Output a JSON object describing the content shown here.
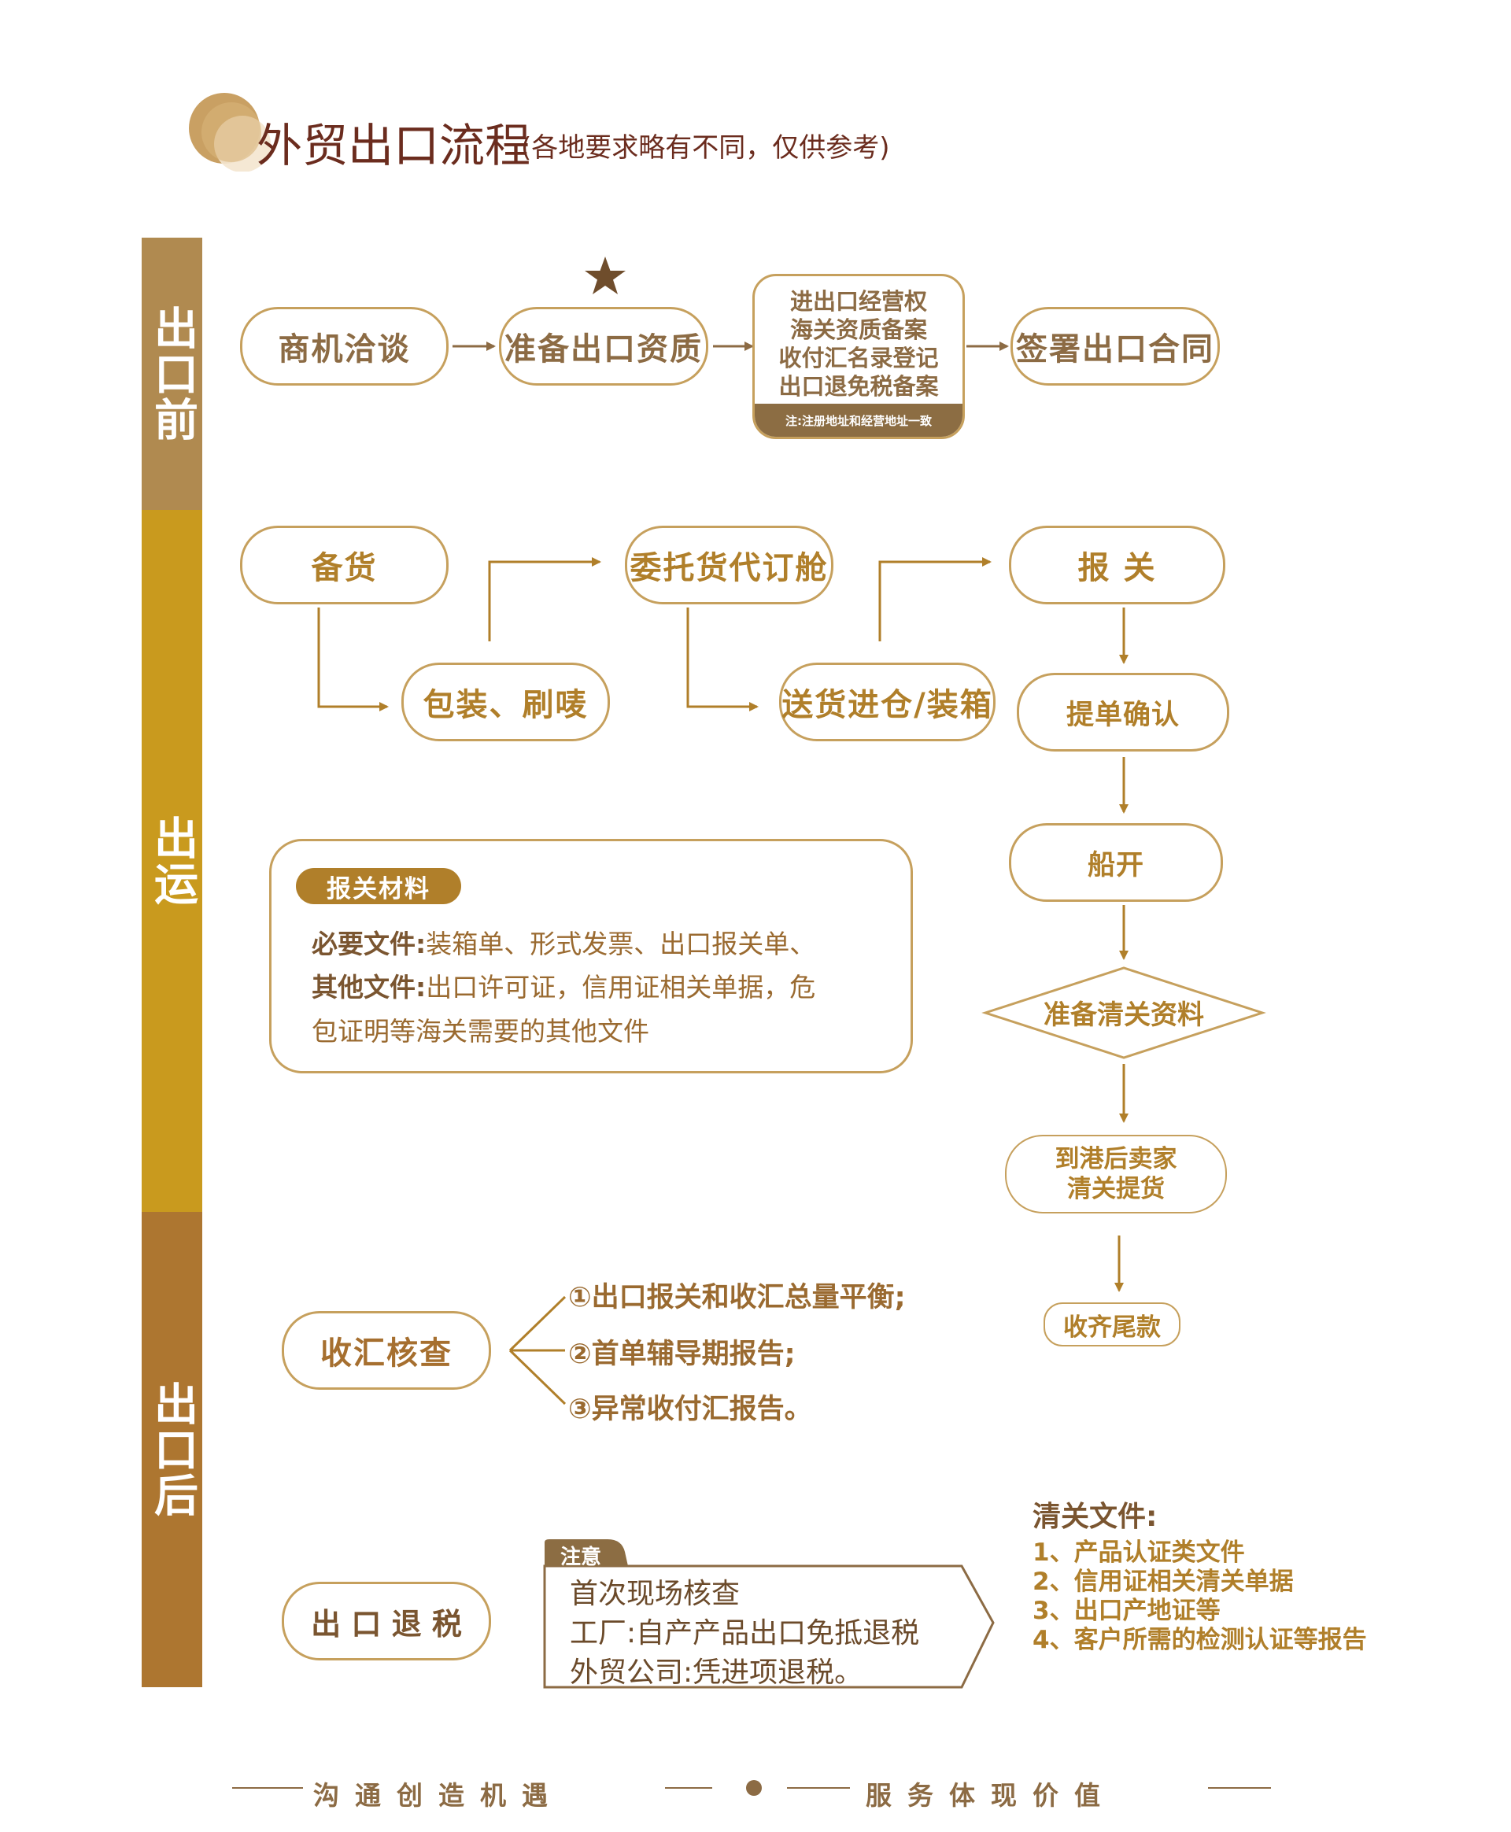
{
  "header": {
    "title": "外贸出口流程",
    "subtitle": "(各地要求略有不同，仅供参考)"
  },
  "phases": {
    "before": "出口前",
    "shipping": "出运",
    "after": "出口后"
  },
  "pre_export": {
    "negotiation": "商机洽谈",
    "prepare_qualification": "准备出口资质",
    "qualification_items": [
      "进出口经营权",
      "海关资质备案",
      "收付汇名录登记",
      "出口退免税备案"
    ],
    "qualification_note": "注:注册地址和经营地址一致",
    "sign_contract": "签署出口合同"
  },
  "shipping": {
    "stock": "备货",
    "packing": "包装、刷唛",
    "booking": "委托货代订舱",
    "delivery": "送货进仓/装箱",
    "customs": "报 关",
    "bl_confirm": "提单确认",
    "sailing": "船开",
    "prepare_clearance": "准备清关资料",
    "buyer_pickup_1": "到港后卖家",
    "buyer_pickup_2": "清关提货",
    "collect_balance": "收齐尾款"
  },
  "customs_materials": {
    "tag": "报关材料",
    "required_label": "必要文件:",
    "required_text": "装箱单、形式发票、出口报关单、",
    "other_label": "其他文件:",
    "other_text": "出口许可证，信用证相关单据，危",
    "other_text_2": "包证明等海关需要的其他文件"
  },
  "post_export": {
    "fx_check": "收汇核查",
    "fx_items": [
      "①出口报关和收汇总量平衡;",
      "②首单辅导期报告;",
      "③异常收付汇报告。"
    ],
    "tax_refund": "出 口 退 税",
    "note_tag": "注意",
    "note_lines": [
      "首次现场核查",
      "工厂:自产产品出口免抵退税",
      "外贸公司:凭进项退税。"
    ]
  },
  "clearance_docs": {
    "title": "清关文件:",
    "items": [
      "1、产品认证类文件",
      "2、信用证相关清关单据",
      "3、出口产地证等",
      "4、客户所需的检测认证等报告"
    ]
  },
  "footer": {
    "left": "沟通创造机遇",
    "right": "服务体现价值"
  },
  "colors": {
    "phase_before": "#b08a50",
    "phase_shipping": "#c99a1e",
    "phase_after": "#ad7630",
    "border": "#c6a05d",
    "text_gold": "#b07f2a",
    "title_brown": "#6b2c1e"
  }
}
